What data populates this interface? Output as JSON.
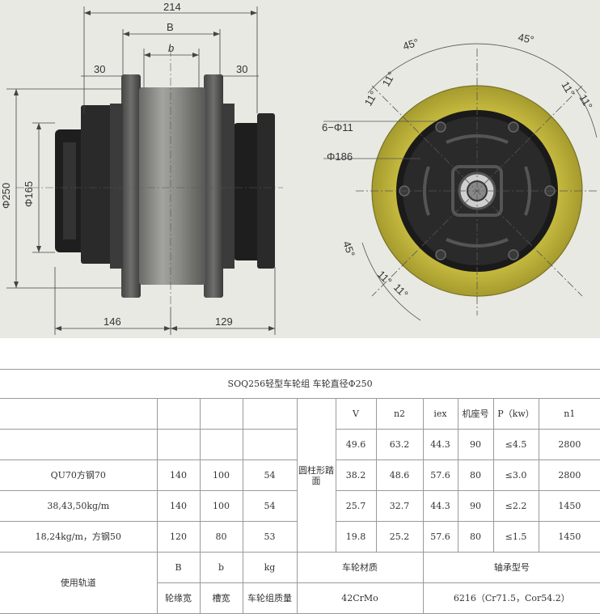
{
  "drawing": {
    "side_view": {
      "overall_width": "214",
      "flange_width": "B",
      "groove_width": "b",
      "left_hub": "30",
      "right_hub": "30",
      "diameter_outer": "Φ250",
      "diameter_tread": "Φ165",
      "bottom_left": "146",
      "bottom_right": "129"
    },
    "front_view": {
      "angle_top_left": "45°",
      "angle_top_right": "45°",
      "angle_bottom": "45°",
      "sub_angle_11": "11°",
      "holes": "6−Φ11",
      "pitch_circle": "Φ186"
    },
    "colors": {
      "tire": "#bcb038",
      "tire_dark": "#8d8326",
      "hub": "#2b2b2b",
      "rim": "#1a1a1a",
      "background": "#e8e9e3"
    }
  },
  "table": {
    "title": "SOQ256轻型车轮组    车轮直径Φ250",
    "motor_headers": [
      "V",
      "n2",
      "iex",
      "机座号",
      "P（kw）",
      "n1"
    ],
    "motor_rows": [
      [
        "49.6",
        "63.2",
        "44.3",
        "90",
        "≤4.5",
        "2800"
      ],
      [
        "38.2",
        "48.6",
        "57.6",
        "80",
        "≤3.0",
        "2800"
      ],
      [
        "25.7",
        "32.7",
        "44.3",
        "90",
        "≤2.2",
        "1450"
      ],
      [
        "19.8",
        "25.2",
        "57.6",
        "80",
        "≤1.5",
        "1450"
      ]
    ],
    "rail_rows": [
      [
        "QU70方钢70",
        "140",
        "100",
        "54"
      ],
      [
        "38,43,50kg/m",
        "140",
        "100",
        "54"
      ],
      [
        "18,24kg/m，方钢50",
        "120",
        "80",
        "53"
      ]
    ],
    "tread_label": "圆柱形踏面",
    "param_symbols": [
      "B",
      "b",
      "kg"
    ],
    "param_names": [
      "轮缘宽",
      "槽宽",
      "车轮组质量"
    ],
    "rail_label": "使用轨道",
    "material_label": "车轮材质",
    "material_value": "42CrMo",
    "bearing_label": "轴承型号",
    "bearing_value": "6216（Cr71.5，Cor54.2）"
  }
}
